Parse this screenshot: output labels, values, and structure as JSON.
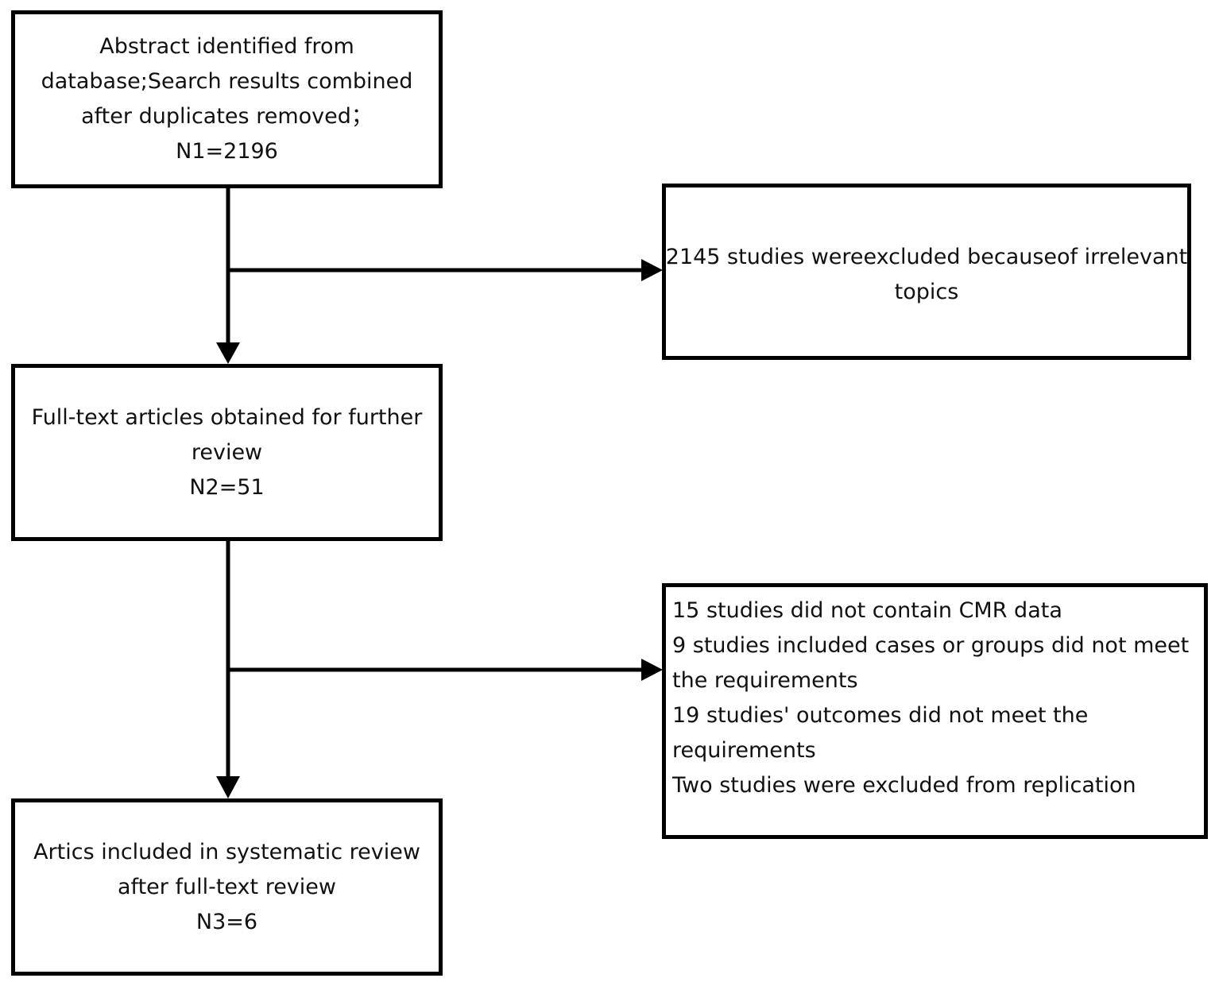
{
  "boxes": {
    "identified": {
      "lines": [
        "Abstract identified from",
        "database;Search results combined",
        "after duplicates removed；",
        "N1=2196"
      ]
    },
    "excluded_topics": {
      "lines": [
        "2145 studies wereexcluded becauseof irrelevant",
        "topics"
      ]
    },
    "fulltext": {
      "lines": [
        "Full-text articles obtained for further",
        "review",
        "N2=51"
      ]
    },
    "excluded_fulltext": {
      "lines": [
        "15 studies did not contain CMR data",
        "9 studies included cases or groups did not meet",
        "the requirements",
        "19 studies' outcomes did not meet the",
        "requirements",
        "Two studies were excluded from replication"
      ]
    },
    "included": {
      "lines": [
        "Artics included in systematic review",
        "after full-text review",
        "N3=6"
      ]
    }
  },
  "colors": {
    "stroke": "#000000",
    "text": "#111111",
    "background": "#ffffff"
  }
}
